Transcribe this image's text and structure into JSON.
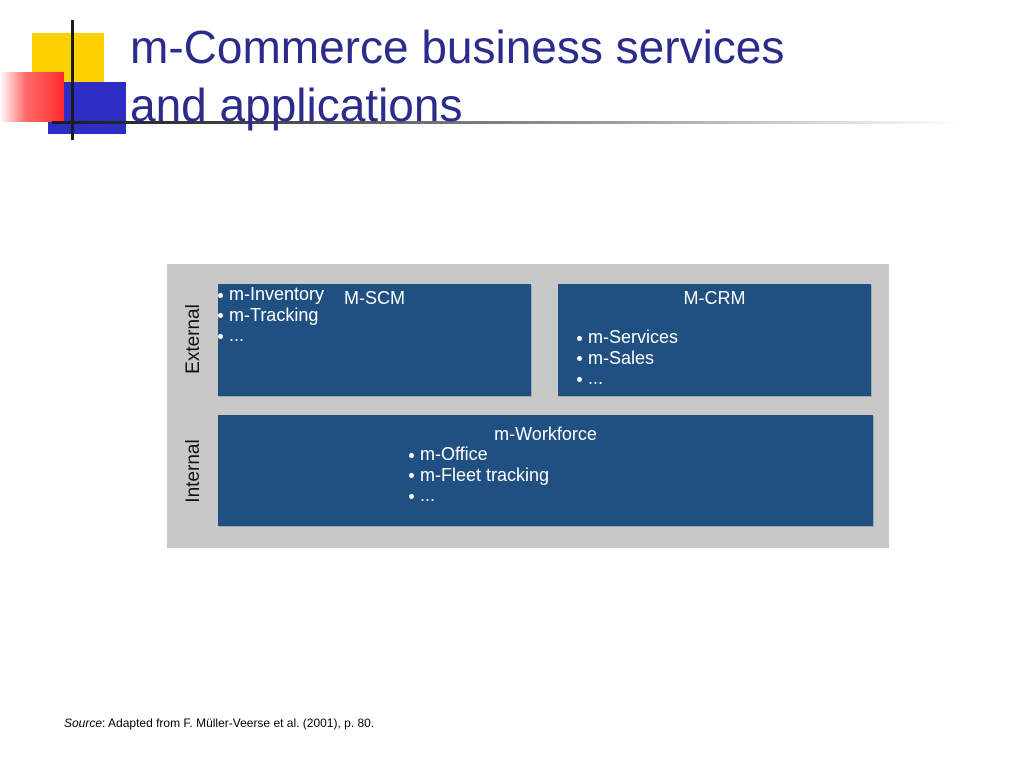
{
  "slide": {
    "title_line1": "m-Commerce business services",
    "title_line2": "and applications"
  },
  "diagram": {
    "external_label": "External",
    "internal_label": "Internal",
    "scm": {
      "title": "M-SCM",
      "items": [
        "m-Inventory",
        "m-Tracking",
        "..."
      ]
    },
    "crm": {
      "title": "M-CRM",
      "items": [
        "m-Services",
        "m-Sales",
        "..."
      ]
    },
    "workforce": {
      "title": "m-Workforce",
      "items": [
        "m-Office",
        "m-Fleet tracking",
        "..."
      ]
    },
    "colors": {
      "box": "#1f5081",
      "panel": "#c8c8c8",
      "title": "#2b2b8c"
    }
  },
  "footer": {
    "source_label": "Source",
    "source_text": ": Adapted from F. Müller-Veerse et al. (2001), p. 80."
  }
}
